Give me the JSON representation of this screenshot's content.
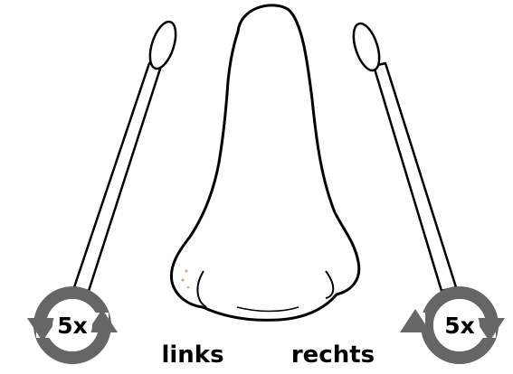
{
  "labels": {
    "left": "links",
    "right": "rechts"
  },
  "repeat": {
    "left": "5x",
    "right": "5x"
  },
  "icons": {
    "swab": "cotton-swab-icon",
    "repeat": "repeat-cycle-icon",
    "nose": "nose-outline"
  },
  "colors": {
    "outline": "#000000",
    "cycle_arrows": "#666666",
    "background": "#ffffff"
  }
}
